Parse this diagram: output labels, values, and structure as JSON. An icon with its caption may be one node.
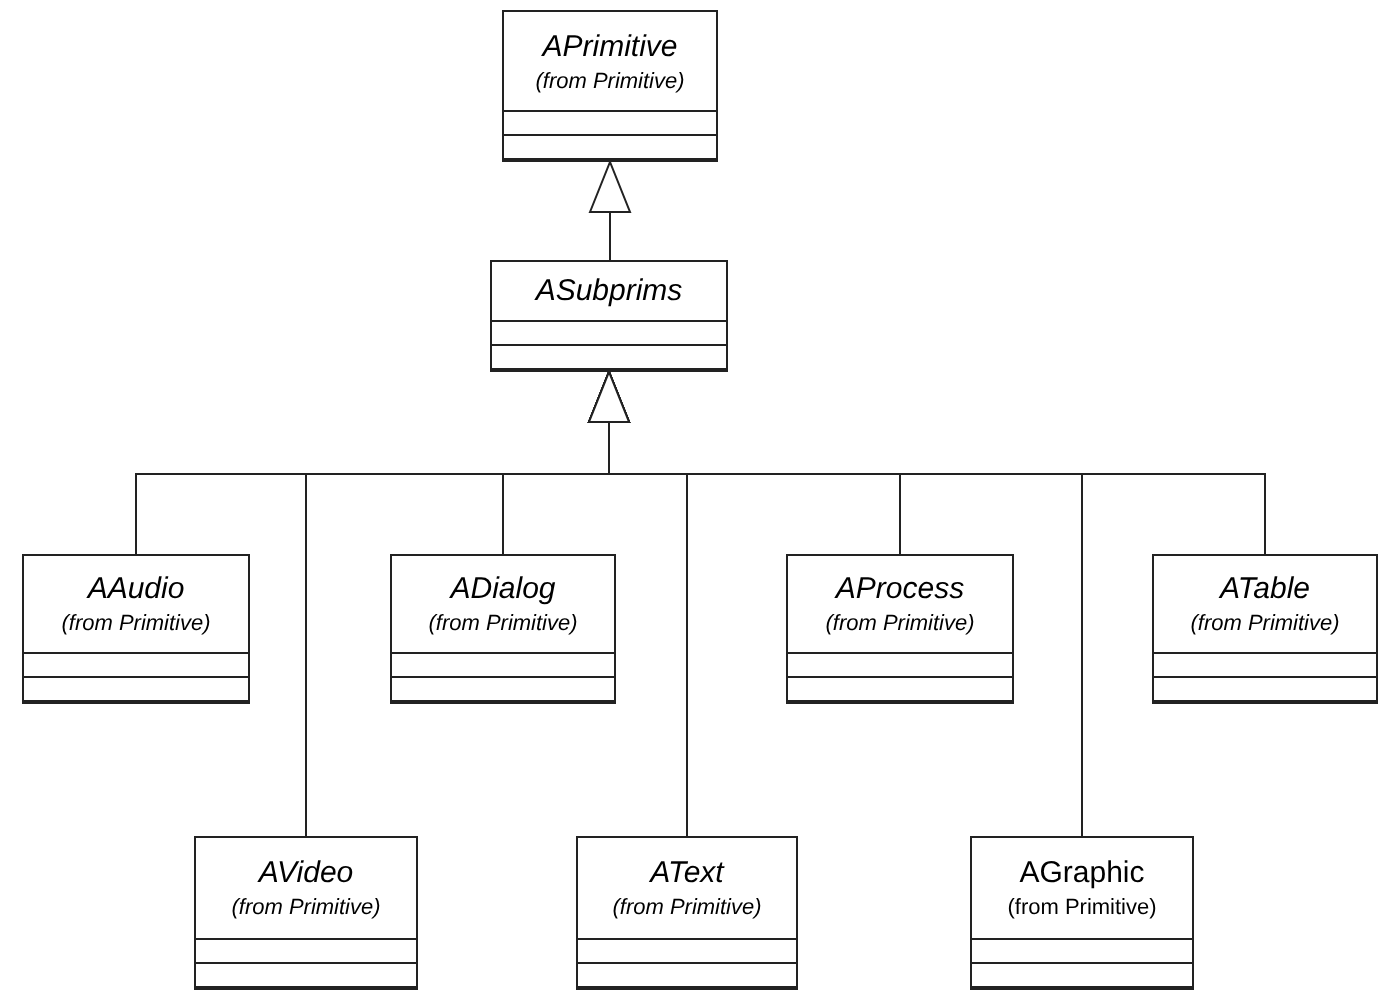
{
  "diagram": {
    "nodes": [
      {
        "text": [
          "APrimitive",
          "(from Primitive)"
        ]
      },
      {
        "text": [
          "ASubprims"
        ]
      },
      {
        "text": [
          "AAudio",
          "(from Primitive)"
        ]
      },
      {
        "text": [
          "ADialog",
          "(from Primitive)"
        ]
      },
      {
        "text": [
          "AProcess",
          "(from Primitive)"
        ]
      },
      {
        "text": [
          "ATable",
          "(from Primitive)"
        ]
      },
      {
        "text": [
          "AVideo",
          "(from Primitive)"
        ]
      },
      {
        "text": [
          "AText",
          "(from Primitive)"
        ]
      },
      {
        "text": [
          "AGraphic",
          "(from Primitive)"
        ]
      }
    ],
    "edges": [
      {
        "from": 1,
        "to": 0,
        "arrow": "to"
      },
      {
        "from": 2,
        "to": 1,
        "arrow": "to"
      },
      {
        "from": 6,
        "to": 1,
        "arrow": "to"
      },
      {
        "from": 3,
        "to": 1,
        "arrow": "to"
      },
      {
        "from": 7,
        "to": 1,
        "arrow": "to"
      },
      {
        "from": 4,
        "to": 1,
        "arrow": "to"
      },
      {
        "from": 8,
        "to": 1,
        "arrow": "to"
      },
      {
        "from": 5,
        "to": 1,
        "arrow": "to"
      }
    ]
  }
}
